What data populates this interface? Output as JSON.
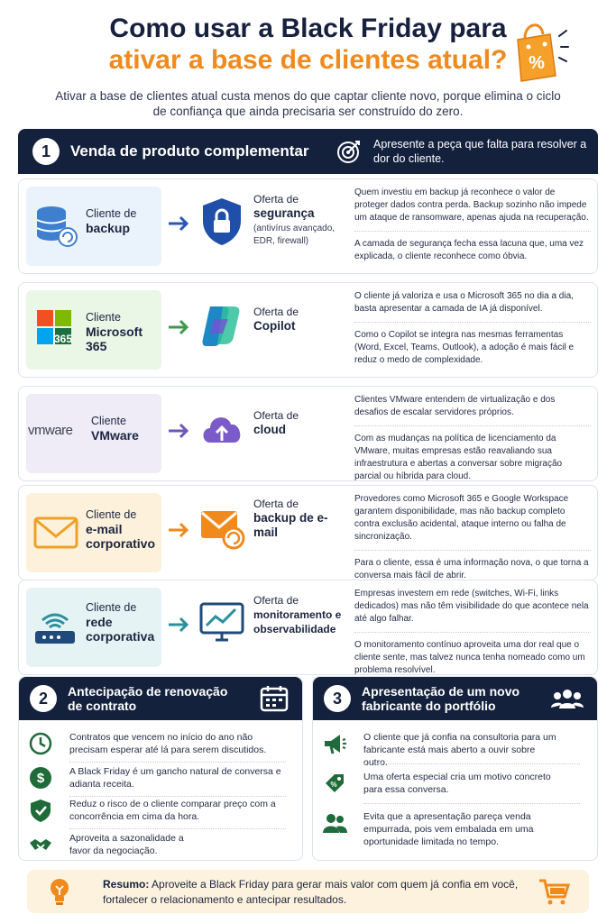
{
  "header": {
    "title_line1": "Como usar a Black Friday para",
    "title_line2": "ativar a base de clientes atual?",
    "subtitle": "Ativar a base de clientes atual custa menos do que captar cliente novo, porque elimina o ciclo de confiança que ainda precisaria ser construído do zero.",
    "bag_symbol": "%"
  },
  "colors": {
    "navy": "#14213d",
    "orange": "#f08a1c",
    "summary_bg": "#fdf2dd"
  },
  "section1": {
    "number": "1",
    "title": "Venda de produto complementar",
    "note": "Apresente a peça que falta para resolver a dor do cliente.",
    "rows": [
      {
        "client": "Cliente de",
        "client_bold": "backup",
        "offer": "Oferta de",
        "offer_bold": "segurança",
        "offer_sub": "(antivírus avançado, EDR, firewall)",
        "p1": "Quem investiu em backup já reconhece o valor de proteger dados contra perda. Backup sozinho não impede um ataque de ransomware, apenas ajuda na recuperação.",
        "p2": "A camada de segurança fecha essa lacuna que, uma vez explicada, o cliente reconhece como óbvia."
      },
      {
        "client": "Cliente",
        "client_bold": "Microsoft 365",
        "offer": "Oferta de",
        "offer_bold": "Copilot",
        "offer_sub": "",
        "logo_text": "365",
        "p1": "O cliente já valoriza e usa o Microsoft 365 no dia a dia, basta apresentar a camada de IA já disponível.",
        "p2": "Como o Copilot se integra nas mesmas ferramentas (Word, Excel, Teams, Outlook), a adoção é mais fácil e reduz o medo de complexidade."
      },
      {
        "client": "Cliente",
        "client_bold": "VMware",
        "offer": "Oferta de",
        "offer_bold": "cloud",
        "offer_sub": "",
        "logo_text": "vmware",
        "p1": "Clientes VMware entendem de virtualização e dos desafios de escalar servidores próprios.",
        "p2": "Com as mudanças na política de licenciamento da VMware, muitas empresas estão reavaliando sua infraestrutura e abertas a conversar sobre migração parcial ou híbrida para cloud."
      },
      {
        "client": "Cliente de",
        "client_bold": "e-mail corporativo",
        "offer": "Oferta de",
        "offer_bold": "backup de e-mail",
        "offer_sub": "",
        "p1": "Provedores como Microsoft 365 e Google Workspace garantem disponibilidade, mas não backup completo contra exclusão acidental, ataque interno ou falha de sincronização.",
        "p2": "Para o cliente, essa é uma informação nova, o que torna a conversa mais fácil de abrir."
      },
      {
        "client": "Cliente de",
        "client_bold": "rede corporativa",
        "offer": "Oferta de",
        "offer_bold": "monitoramento e observabilidade",
        "offer_sub": "",
        "p1": "Empresas investem em rede (switches, Wi-Fi, links dedicados) mas não têm visibilidade do que acontece nela até algo falhar.",
        "p2": "O monitoramento contínuo aproveita uma dor real que o cliente sente, mas talvez nunca tenha nomeado como um problema resolvível."
      }
    ]
  },
  "section2": {
    "number": "2",
    "title": "Antecipação de renovação de contrato",
    "items": [
      "Contratos que vencem no início do ano não precisam esperar até lá para serem discutidos.",
      "A Black Friday é um gancho natural de conversa e adianta receita.",
      "Reduz o risco de o cliente comparar preço com a concorrência em cima da hora.",
      "Aproveita a sazonalidade a favor da negociação."
    ]
  },
  "section3": {
    "number": "3",
    "title": "Apresentação de um novo fabricante do portfólio",
    "items": [
      "O cliente que já confia na consultoria para um fabricante está mais aberto a ouvir sobre outro.",
      "Uma oferta especial cria um motivo concreto para essa conversa.",
      "Evita que a apresentação pareça venda empurrada, pois vem embalada em uma oportunidade limitada no tempo."
    ]
  },
  "summary": {
    "label": "Resumo:",
    "text": "Aproveite a Black Friday para gerar mais valor com quem já confia em você, fortalecer o relacionamento e antecipar resultados."
  }
}
